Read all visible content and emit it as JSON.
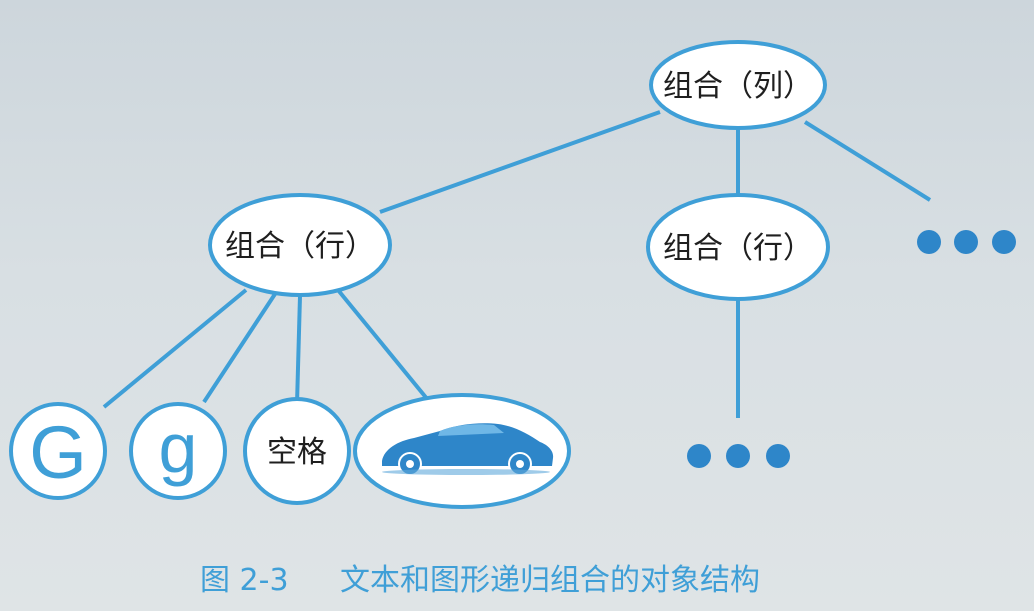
{
  "diagram": {
    "root": {
      "label": "组合（列）"
    },
    "row_left": {
      "label": "组合（行）"
    },
    "row_right": {
      "label": "组合（行）"
    },
    "leaves": {
      "glyph_upper": "G",
      "glyph_lower": "g",
      "space": "空格",
      "image": "car-icon"
    },
    "ellipsis_icon": "dots-icon"
  },
  "caption": {
    "figure_number": "图 2-3",
    "text": "文本和图形递归组合的对象结构"
  },
  "colors": {
    "stroke": "#3f9fd7",
    "node_fill": "#ffffff",
    "text": "#1f1f1f",
    "caption": "#3f9fd7"
  }
}
